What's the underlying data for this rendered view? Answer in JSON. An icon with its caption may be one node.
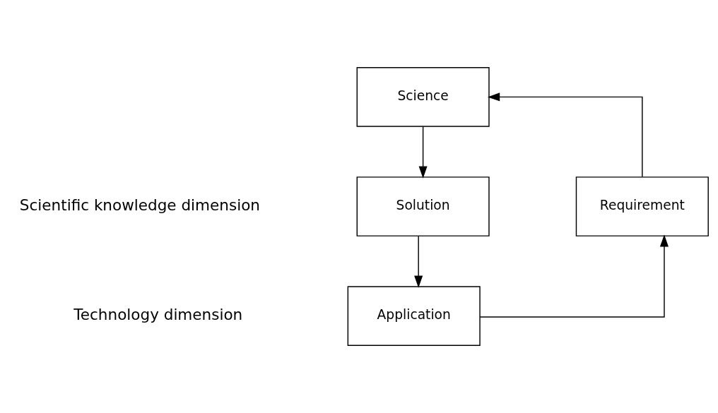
{
  "diagram": {
    "nodes": [
      {
        "text": [
          "Science"
        ]
      },
      {
        "text": [
          "Requirement"
        ]
      },
      {
        "text": [
          "Solution"
        ]
      },
      {
        "text": [
          "Application"
        ]
      }
    ],
    "edges": [
      {
        "from": 1,
        "to": 0,
        "arrow": "to"
      },
      {
        "from": 0,
        "to": 2,
        "arrow": "to"
      },
      {
        "from": 2,
        "to": 3,
        "arrow": "to"
      },
      {
        "from": 3,
        "to": 1,
        "arrow": "to"
      }
    ],
    "labels": [
      "Scientific knowledge dimension",
      "Technology dimension"
    ]
  }
}
